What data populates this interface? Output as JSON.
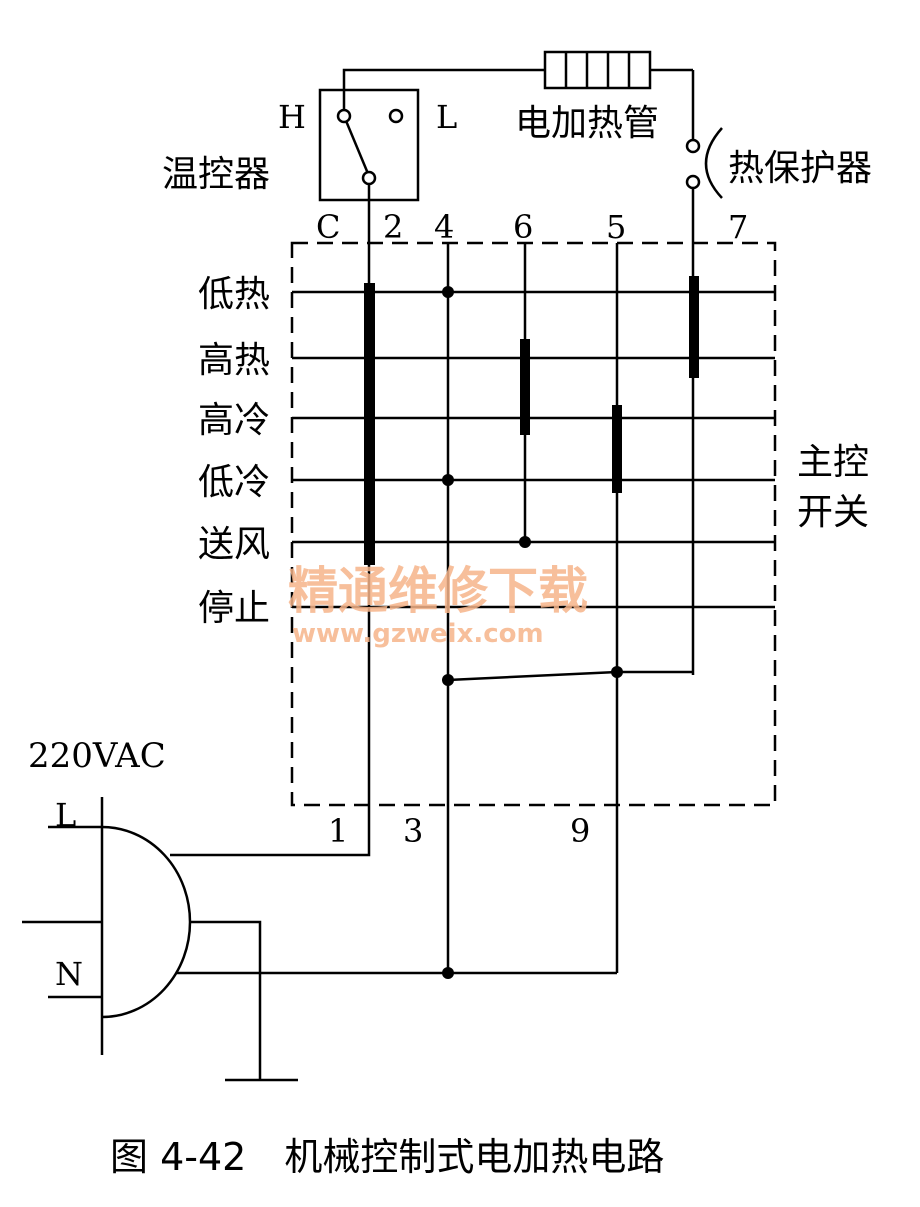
{
  "labels": {
    "thermostat": "温控器",
    "heater_tube": "电加热管",
    "thermal_protector": "热保护器",
    "main_switch_line1": "主控",
    "main_switch_line2": "开关",
    "supply": "220VAC",
    "live": "L",
    "neutral": "N",
    "switch_high": "H",
    "switch_low": "L"
  },
  "top_terminals": [
    "C",
    "2",
    "4",
    "6",
    "5",
    "7"
  ],
  "bottom_terminals": [
    "1",
    "3",
    "9"
  ],
  "switch_positions": [
    "低热",
    "高热",
    "高冷",
    "低冷",
    "送风",
    "停止"
  ],
  "watermark": {
    "text": "精通维修下载",
    "url": "www.gzweix.com"
  },
  "caption": "图 4-42　机械控制式电加热电路"
}
